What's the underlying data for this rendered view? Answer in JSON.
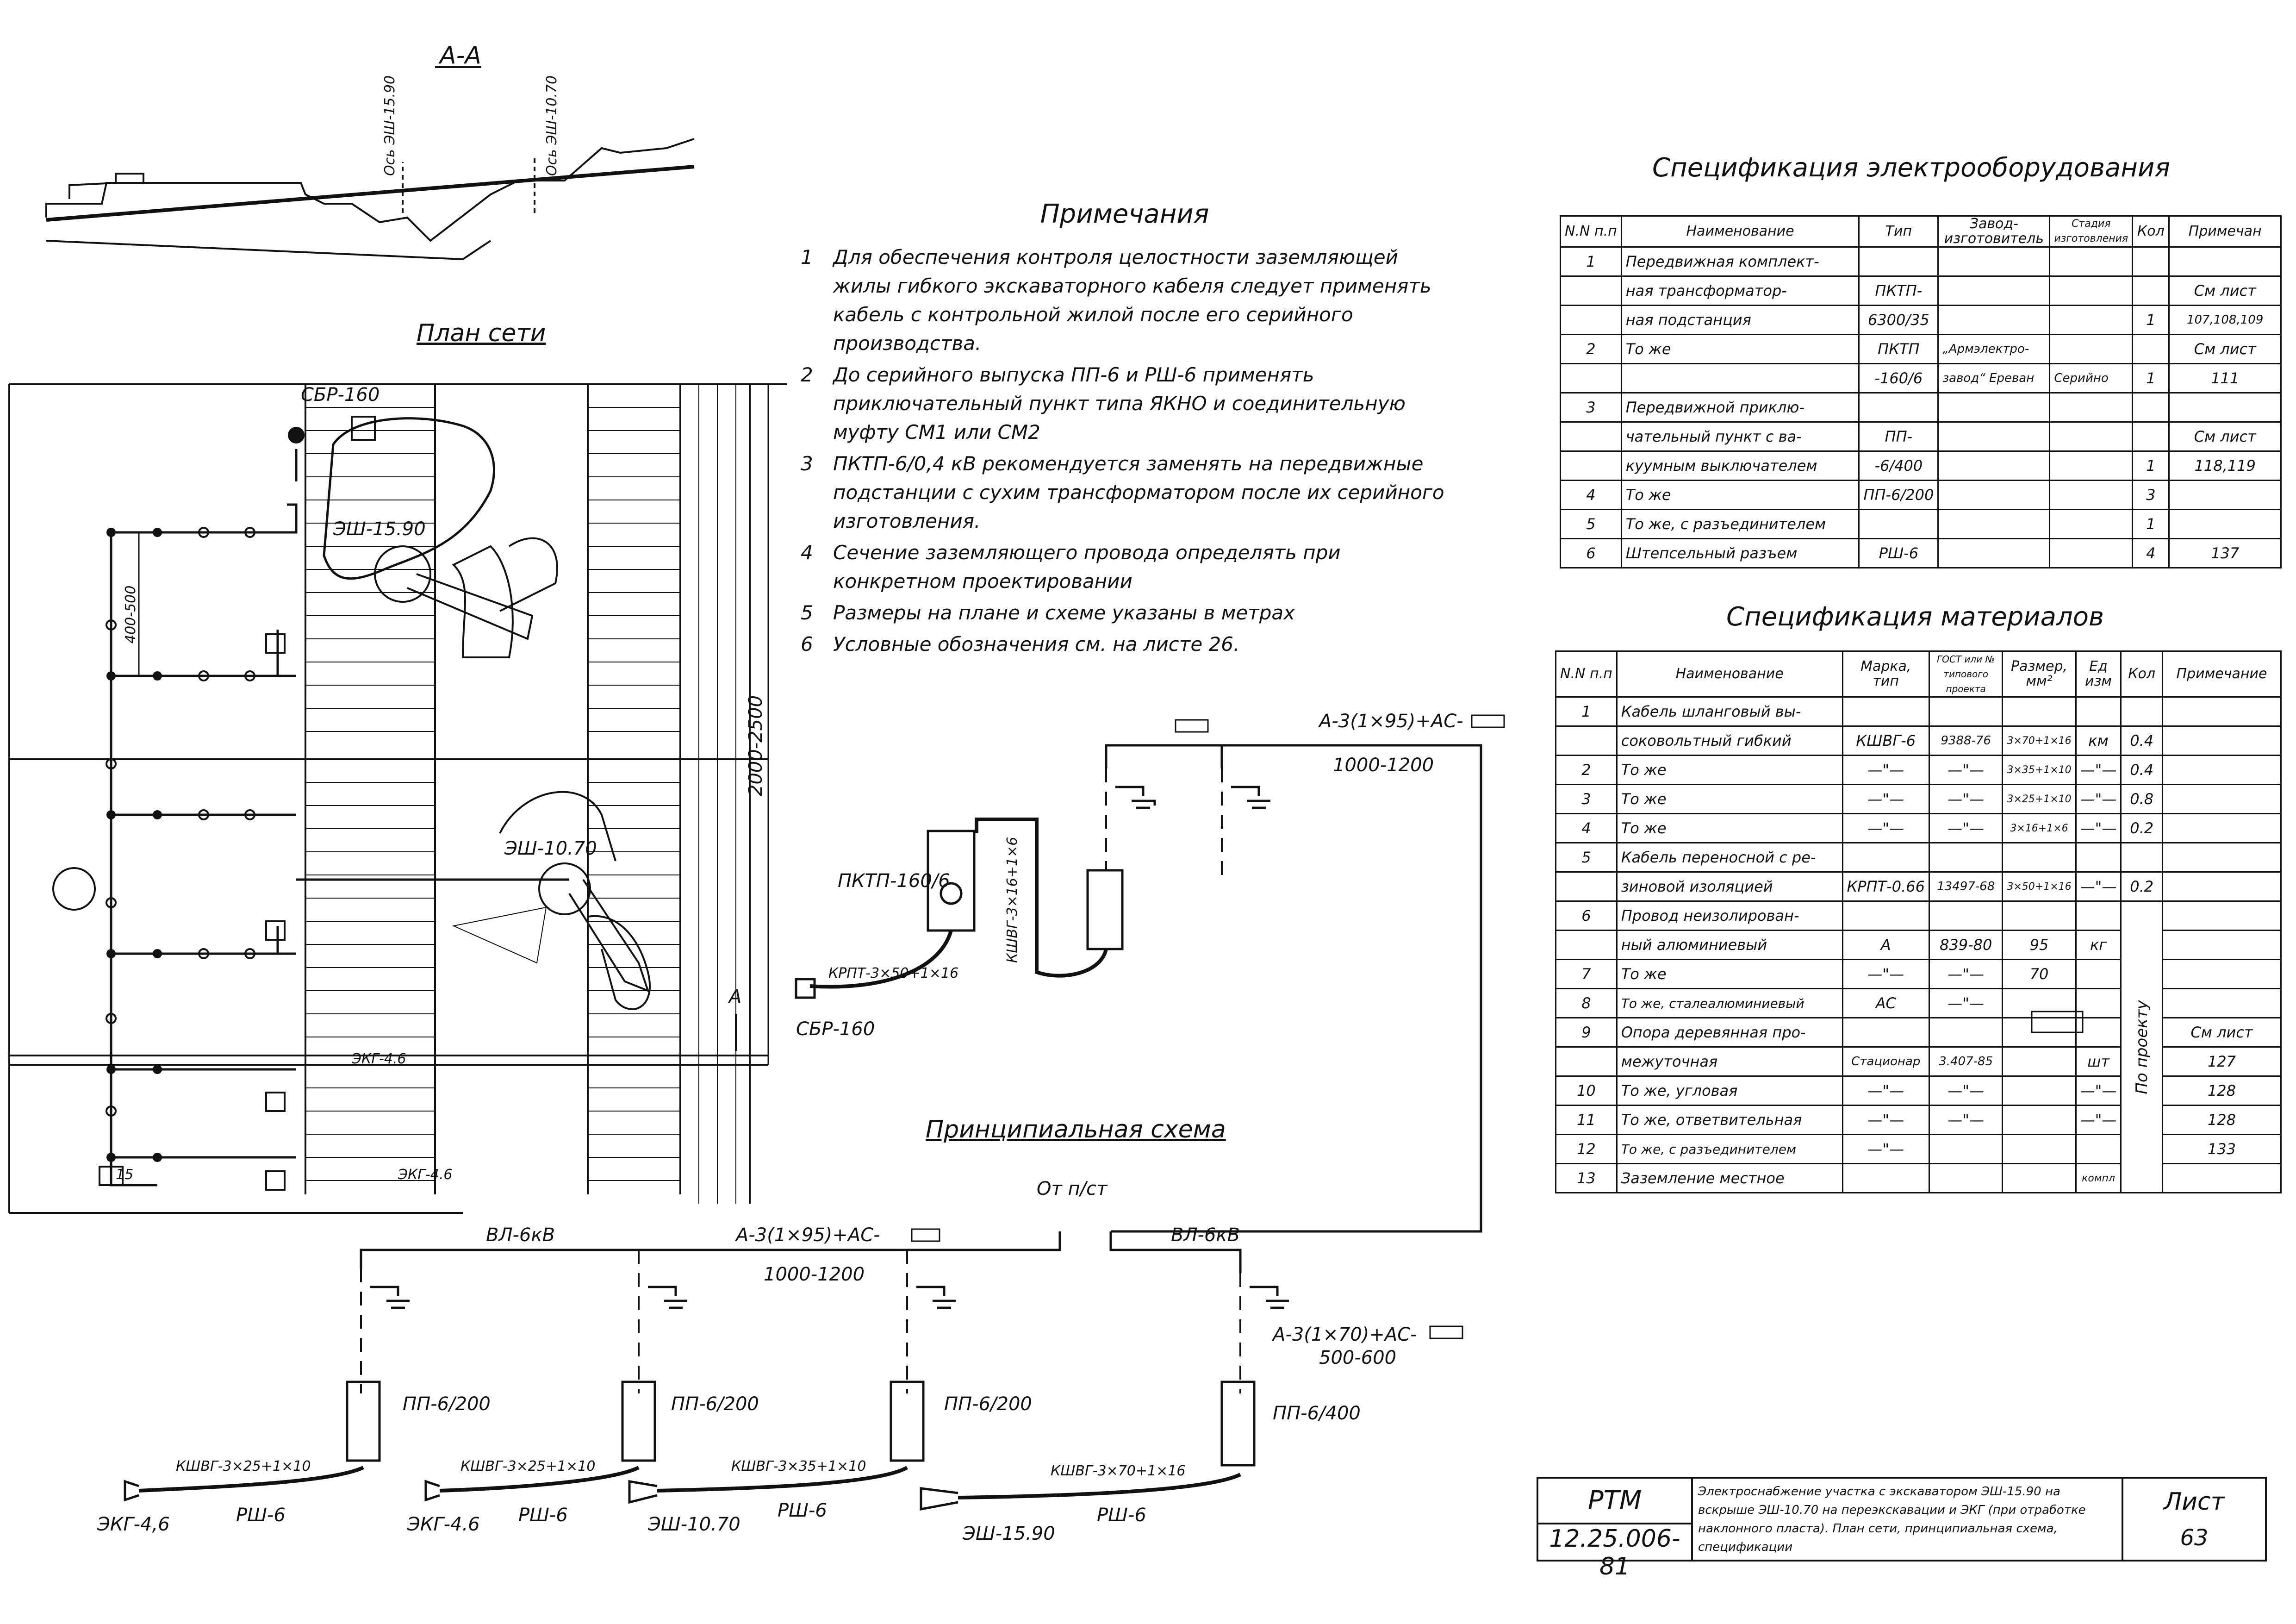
{
  "section": {
    "label": "А-А",
    "axis_1": "Ось ЭШ-15.90",
    "axis_2": "Ось ЭШ-10.70"
  },
  "network_plan": {
    "title": "План сети",
    "labels": {
      "sbr": "СБР-160",
      "esh1590": "ЭШ-15.90",
      "esh1070": "ЭШ-10.70",
      "dim_400_500": "400-500",
      "dim_2000_2500": "2000-2500",
      "ekg_1": "ЭКГ-4.6",
      "ekg_2": "ЭКГ-4.6",
      "num_15": "15",
      "section_mark": "А"
    }
  },
  "notes": {
    "title": "Примечания",
    "items": [
      {
        "n": "1",
        "text": "Для обеспечения контроля целостности заземляющей жилы гибкого экскаваторного кабеля следует применять кабель с контрольной жилой после его серийного производства."
      },
      {
        "n": "2",
        "text": "До серийного выпуска ПП-6 и РШ-6 применять приключательный пункт типа ЯКНО и соединительную муфту СМ1 или СМ2"
      },
      {
        "n": "3",
        "text": "ПКТП-6/0,4 кВ рекомендуется заменять на передвижные подстанции с сухим трансформатором после их серийного изготовления."
      },
      {
        "n": "4",
        "text": "Сечение заземляющего провода определять при конкретном проектировании"
      },
      {
        "n": "5",
        "text": "Размеры на плане и схеме указаны в метрах"
      },
      {
        "n": "6",
        "text": "Условные обозначения см. на листе 26."
      }
    ]
  },
  "schematic": {
    "title": "Принципиальная схема",
    "from_substation": "От п/ст",
    "line_left": "ВЛ-6кВ",
    "line_right": "ВЛ-6кВ",
    "wire_main": "А-3(1×95)+АС-",
    "dim_main": "1000-1200",
    "wire_top": "А-3(1×95)+АС-",
    "dim_top": "1000-1200",
    "wire_branch": "А-3(1×70)+АС-",
    "dim_branch": "500-600",
    "pktp_label": "ПКТП-160/6",
    "cable_pktp": "КШВГ-3×16+1×6",
    "cable_sbr": "КРПТ-3×50+1×16",
    "sbr": "СБР-160",
    "units": [
      {
        "pp": "ПП-6/200",
        "cable": "КШВГ-3×25+1×10",
        "rsh": "РШ-6",
        "machine": "ЭКГ-4,6"
      },
      {
        "pp": "ПП-6/200",
        "cable": "КШВГ-3×25+1×10",
        "rsh": "РШ-6",
        "machine": "ЭКГ-4.6"
      },
      {
        "pp": "ПП-6/200",
        "cable": "КШВГ-3×35+1×10",
        "rsh": "РШ-6",
        "machine": "ЭШ-10.70"
      },
      {
        "pp": "ПП-6/400",
        "cable": "КШВГ-3×70+1×16",
        "rsh": "РШ-6",
        "machine": "ЭШ-15.90"
      }
    ]
  },
  "electrical_spec": {
    "title": "Спецификация электрооборудования",
    "headers": [
      "N.N п.п",
      "Наименование",
      "Тип",
      "Завод-изготовитель",
      "Стадия изготовления",
      "Кол",
      "Примечан"
    ],
    "rows": [
      [
        "1",
        "Передвижная комплект-",
        "",
        "",
        "",
        "",
        ""
      ],
      [
        "",
        "ная трансформатор-",
        "ПКТП-",
        "",
        "",
        "",
        "См лист"
      ],
      [
        "",
        "ная подстанция",
        "6300/35",
        "",
        "",
        "1",
        "107,108,109"
      ],
      [
        "2",
        "То же",
        "ПКТП",
        "„Армэлектро-",
        "",
        "",
        "См лист"
      ],
      [
        "",
        "",
        "-160/6",
        "завод“ Ереван",
        "Серийно",
        "1",
        "111"
      ],
      [
        "3",
        "Передвижной приклю-",
        "",
        "",
        "",
        "",
        ""
      ],
      [
        "",
        "чательный пункт с ва-",
        "ПП-",
        "",
        "",
        "",
        "См лист"
      ],
      [
        "",
        "куумным выключателем",
        "-6/400",
        "",
        "",
        "1",
        "118,119"
      ],
      [
        "4",
        "То же",
        "ПП-6/200",
        "",
        "",
        "3",
        ""
      ],
      [
        "5",
        "То же, с разъединителем",
        "",
        "",
        "",
        "1",
        ""
      ],
      [
        "6",
        "Штепсельный разъем",
        "РШ-6",
        "",
        "",
        "4",
        "137"
      ]
    ]
  },
  "materials_spec": {
    "title": "Спецификация материалов",
    "headers": [
      "N.N п.п",
      "Наименование",
      "Марка, тип",
      "ГОСТ или № типового проекта",
      "Размер, мм²",
      "Ед изм",
      "Кол",
      "Примечание"
    ],
    "rows": [
      [
        "1",
        "Кабель шланговый вы-",
        "",
        "",
        "",
        "",
        "",
        ""
      ],
      [
        "",
        "соковольтный гибкий",
        "КШВГ-6",
        "9388-76",
        "3×70+1×16",
        "км",
        "0.4",
        ""
      ],
      [
        "2",
        "То же",
        "—\"—",
        "—\"—",
        "3×35+1×10",
        "—\"—",
        "0.4",
        ""
      ],
      [
        "3",
        "То же",
        "—\"—",
        "—\"—",
        "3×25+1×10",
        "—\"—",
        "0.8",
        ""
      ],
      [
        "4",
        "То же",
        "—\"—",
        "—\"—",
        "3×16+1×6",
        "—\"—",
        "0.2",
        ""
      ],
      [
        "5",
        "Кабель переносной с ре-",
        "",
        "",
        "",
        "",
        "",
        ""
      ],
      [
        "",
        "зиновой изоляцией",
        "КРПТ-0.66",
        "13497-68",
        "3×50+1×16",
        "—\"—",
        "0.2",
        ""
      ],
      [
        "6",
        "Провод неизолирован-",
        "",
        "",
        "",
        "",
        "",
        ""
      ],
      [
        "",
        "ный алюминиевый",
        "А",
        "839-80",
        "95",
        "кг",
        "",
        ""
      ],
      [
        "7",
        "То же",
        "—\"—",
        "—\"—",
        "70",
        "",
        "",
        ""
      ],
      [
        "8",
        "То же, сталеалюминиевый",
        "АС",
        "—\"—",
        "",
        "",
        "",
        ""
      ],
      [
        "9",
        "Опора деревянная про-",
        "",
        "",
        "",
        "",
        "",
        "См лист"
      ],
      [
        "",
        "межуточная",
        "Стационар",
        "3.407-85",
        "",
        "шт",
        "",
        "127"
      ],
      [
        "10",
        "То же, угловая",
        "—\"—",
        "—\"—",
        "",
        "—\"—",
        "",
        "128"
      ],
      [
        "11",
        "То же, ответвительная",
        "—\"—",
        "—\"—",
        "",
        "—\"—",
        "",
        "128"
      ],
      [
        "12",
        "То же, с разъединителем",
        "—\"—",
        "",
        "",
        "",
        "",
        "133"
      ],
      [
        "13",
        "Заземление местное",
        "",
        "",
        "",
        "компл",
        "",
        ""
      ]
    ],
    "qty_note": "По проекту"
  },
  "stamp": {
    "code_1": "РТМ",
    "code_2": "12.25.006-81",
    "description": "Электроснабжение участка с экскаватором ЭШ-15.90 на вскрыше ЭШ-10.70 на переэкскавации и ЭКГ (при отработке наклонного пласта). План сети, принципиальная схема, спецификации",
    "sheet_label": "Лист",
    "sheet_number": "63"
  }
}
